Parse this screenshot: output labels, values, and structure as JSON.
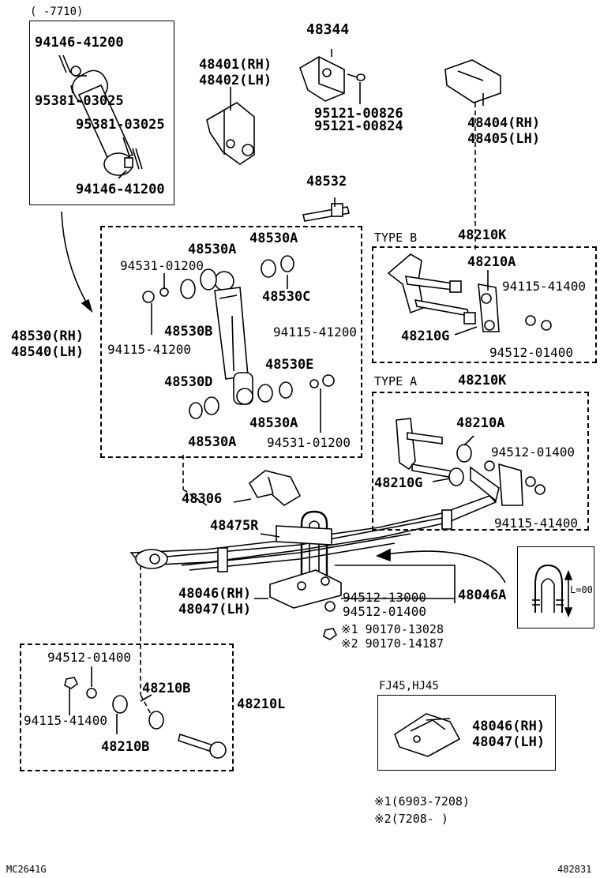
{
  "labels": {
    "date_range_top": "(     -7710)",
    "p94146_41200_a": "94146-41200",
    "p95381_03025_a": "95381-03025",
    "p95381_03025_b": "95381-03025",
    "p94146_41200_b": "94146-41200",
    "p48344": "48344",
    "p48401": "48401(RH)",
    "p48402": "48402(LH)",
    "p95121_00826": "95121-00826",
    "p95121_00824": "95121-00824",
    "p48404": "48404(RH)",
    "p48405": "48405(LH)",
    "p48532": "48532",
    "p48530A_a": "48530A",
    "p48530A_top": "48530A",
    "p94531_01200_a": "94531-01200",
    "p48530C": "48530C",
    "p48530B": "48530B",
    "p94115_41200_a": "94115-41200",
    "p94115_41200_b": "94115-41200",
    "p48530E": "48530E",
    "p48530D": "48530D",
    "p48530A_b": "48530A",
    "p48530A_c": "48530A",
    "p94531_01200_b": "94531-01200",
    "p48530": "48530(RH)",
    "p48540": "48540(LH)",
    "type_b": "TYPE B",
    "p48210K_b": "48210K",
    "p48210A_b": "48210A",
    "p94115_41400_b": "94115-41400",
    "p48210G_b": "48210G",
    "p94512_01400_b": "94512-01400",
    "type_a": "TYPE A",
    "p48210K_a": "48210K",
    "p48210A_a": "48210A",
    "p94512_01400_a": "94512-01400",
    "p48210G_a": "48210G",
    "p94115_41400_a": "94115-41400",
    "p48306": "48306",
    "p48475R": "48475R",
    "p48046": "48046(RH)",
    "p48047": "48047(LH)",
    "p94512_13000": "94512-13000",
    "p94512_01400_c": "94512-01400",
    "p48046A": "48046A",
    "l00": "L=00",
    "p90170_13028": "※1 90170-13028",
    "p90170_14187": "※2 90170-14187",
    "p94512_01400_d": "94512-01400",
    "p94115_41400_d": "94115-41400",
    "p48210B_a": "48210B",
    "p48210B_b": "48210B",
    "p48210L": "48210L",
    "fj45": "FJ45,HJ45",
    "p48046_fj": "48046(RH)",
    "p48047_fj": "48047(LH)",
    "note1": "※1(6903-7208)",
    "note2": "※2(7208-     )",
    "code_left": "MC2641G",
    "code_right": "482831"
  }
}
